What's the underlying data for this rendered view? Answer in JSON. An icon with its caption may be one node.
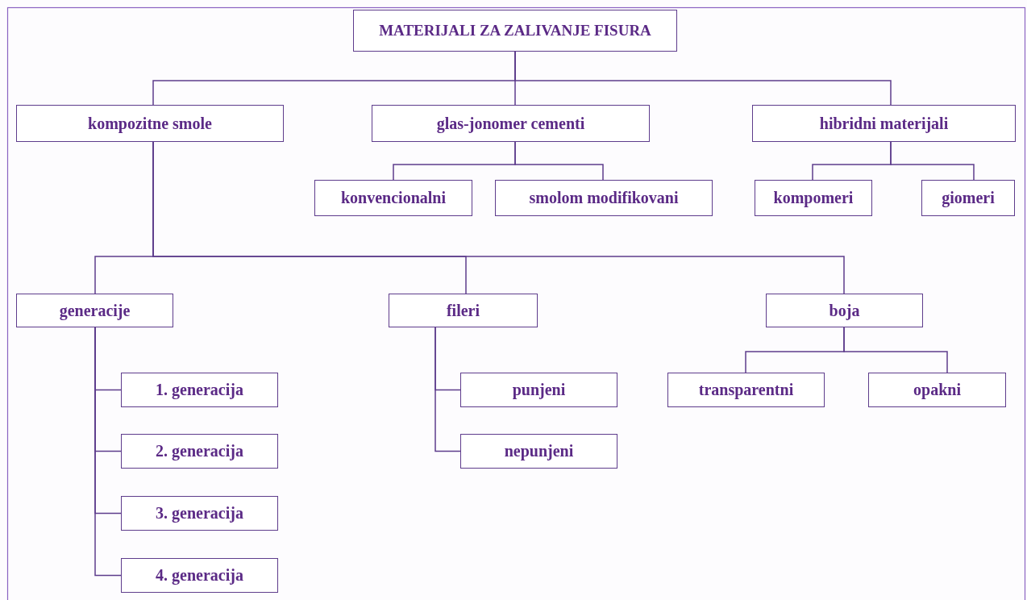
{
  "diagram": {
    "nodes": [
      {
        "text": [
          "MATERIJALI ZA ZALIVANJE FISURA"
        ]
      },
      {
        "text": [
          "kompozitne smole"
        ]
      },
      {
        "text": [
          "glas-jonomer cementi"
        ]
      },
      {
        "text": [
          "hibridni materijali"
        ]
      },
      {
        "text": [
          "konvencionalni"
        ]
      },
      {
        "text": [
          "smolom modifikovani"
        ]
      },
      {
        "text": [
          "kompomeri"
        ]
      },
      {
        "text": [
          "giomeri"
        ]
      },
      {
        "text": [
          "generacije"
        ]
      },
      {
        "text": [
          "fileri"
        ]
      },
      {
        "text": [
          "boja"
        ]
      },
      {
        "text": [
          "1. generacija"
        ]
      },
      {
        "text": [
          "2. generacija"
        ]
      },
      {
        "text": [
          "3. generacija"
        ]
      },
      {
        "text": [
          "4. generacija"
        ]
      },
      {
        "text": [
          "punjeni"
        ]
      },
      {
        "text": [
          "nepunjeni"
        ]
      },
      {
        "text": [
          "transparentni"
        ]
      },
      {
        "text": [
          "opakni"
        ]
      }
    ],
    "edges": [
      {
        "from": 0,
        "to": 1,
        "arrow": "none"
      },
      {
        "from": 0,
        "to": 2,
        "arrow": "none"
      },
      {
        "from": 0,
        "to": 3,
        "arrow": "none"
      },
      {
        "from": 2,
        "to": 4,
        "arrow": "none"
      },
      {
        "from": 2,
        "to": 5,
        "arrow": "none"
      },
      {
        "from": 3,
        "to": 6,
        "arrow": "none"
      },
      {
        "from": 3,
        "to": 7,
        "arrow": "none"
      },
      {
        "from": 1,
        "to": 8,
        "arrow": "none"
      },
      {
        "from": 1,
        "to": 9,
        "arrow": "none"
      },
      {
        "from": 1,
        "to": 10,
        "arrow": "none"
      },
      {
        "from": 8,
        "to": 11,
        "arrow": "none"
      },
      {
        "from": 8,
        "to": 12,
        "arrow": "none"
      },
      {
        "from": 8,
        "to": 13,
        "arrow": "none"
      },
      {
        "from": 8,
        "to": 14,
        "arrow": "none"
      },
      {
        "from": 9,
        "to": 15,
        "arrow": "none"
      },
      {
        "from": 9,
        "to": 16,
        "arrow": "none"
      },
      {
        "from": 10,
        "to": 17,
        "arrow": "none"
      },
      {
        "from": 10,
        "to": 18,
        "arrow": "none"
      }
    ]
  }
}
